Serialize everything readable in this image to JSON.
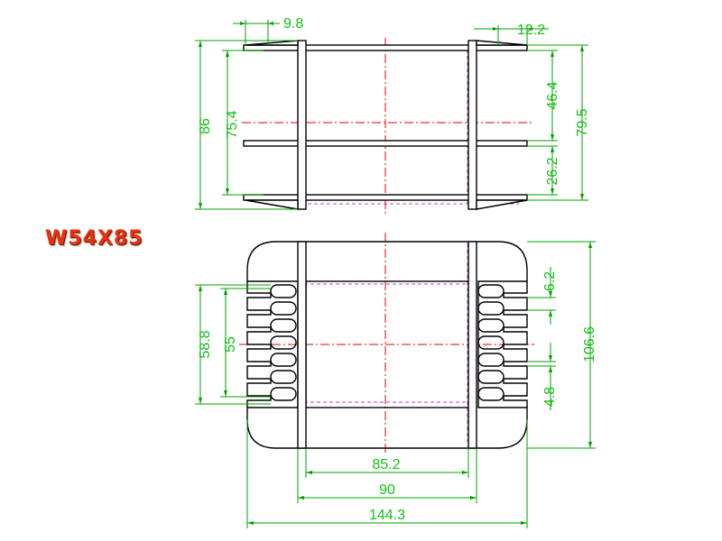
{
  "title": "W54X85",
  "side_view": {
    "dims": {
      "flange_left": "9.8",
      "flange_right": "12.2",
      "height_outer": "86",
      "height_inner": "75.4",
      "upper_section": "46.4",
      "lower_section": "26.2",
      "right_height": "79.5"
    }
  },
  "top_view": {
    "dims": {
      "pin_height": "6.2",
      "pin_gap": "4.8",
      "pin_span_outer": "58.8",
      "pin_span_inner": "55",
      "total_depth": "106.6",
      "inner_width": "85.2",
      "mid_width": "90",
      "total_width": "144.3"
    }
  },
  "colors": {
    "title": "#e8320c",
    "dimension": "#12c012",
    "center_line": "#e00000",
    "hidden_line": "#c040c0",
    "outline": "#000000"
  }
}
